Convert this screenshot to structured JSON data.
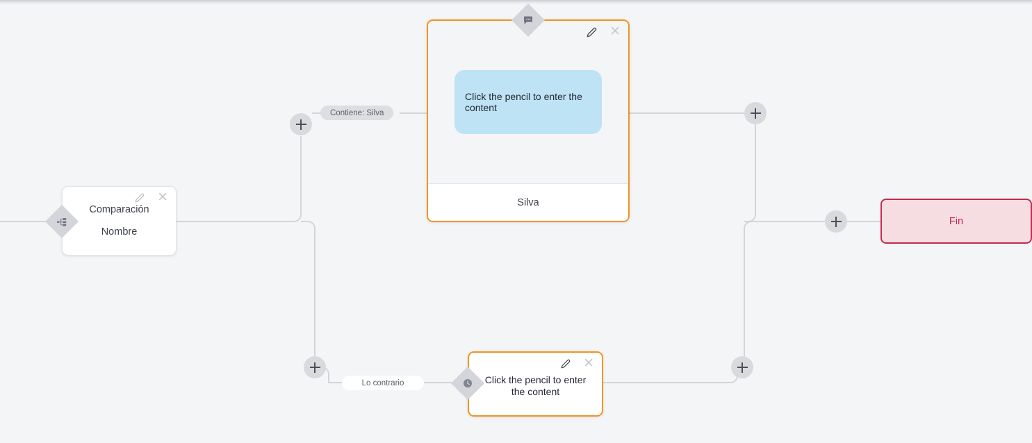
{
  "canvas": {
    "background": "#f4f5f7",
    "accent_active": "#f39323",
    "accent_end": "#c42a4e",
    "bubble_color": "#bde3f5",
    "connector_color": "#d3d5da"
  },
  "nodes": {
    "comparacion": {
      "title": "Comparación",
      "subtitle": "Nombre",
      "badge_icon": "branch-icon",
      "edit_icon": "pencil-icon",
      "close_icon": "close-icon"
    },
    "message_top": {
      "bubble_text": "Click the pencil to enter the content",
      "footer_label": "Silva",
      "badge_icon": "chat-bubble-icon",
      "edit_icon": "pencil-icon",
      "close_icon": "close-icon"
    },
    "message_bottom": {
      "text": "Click the pencil to enter the content",
      "badge_icon": "clock-icon",
      "edit_icon": "pencil-icon",
      "close_icon": "close-icon"
    },
    "fin": {
      "label": "Fin"
    }
  },
  "edge_labels": {
    "contiene": "Contiene: Silva",
    "lo_contrario": "Lo contrario"
  },
  "add_buttons": {
    "icon": "plus-icon",
    "count": 5
  }
}
